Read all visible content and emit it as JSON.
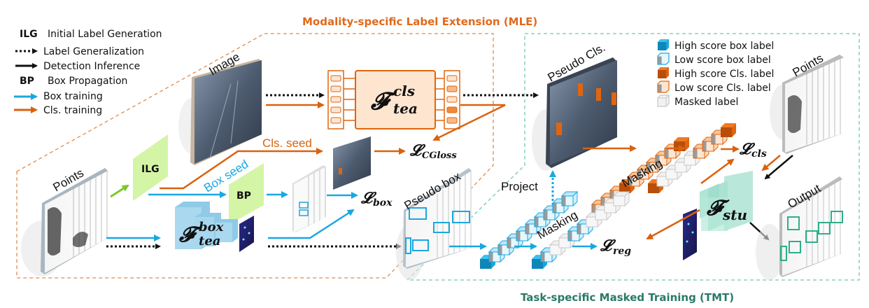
{
  "sections": {
    "mle_title": "Modality-specific Label Extension (MLE)",
    "tmt_title": "Task-specific Masked Training (TMT)"
  },
  "legend_left": [
    {
      "key": "ILG",
      "label": "Initial Label Generation",
      "marker": "text"
    },
    {
      "key": "",
      "label": "Label Generalization",
      "marker": "dotted-arrow",
      "color": "#111111"
    },
    {
      "key": "",
      "label": "Detection Inference",
      "marker": "solid-arrow",
      "color": "#111111"
    },
    {
      "key": "BP",
      "label": "Box Propagation",
      "marker": "text"
    },
    {
      "key": "",
      "label": "Box training",
      "marker": "solid-arrow",
      "color": "#1aa7e0"
    },
    {
      "key": "",
      "label": "Cls. training",
      "marker": "solid-arrow",
      "color": "#d9620f"
    }
  ],
  "legend_right": [
    {
      "label": "High score box label",
      "icon": "cube-high-box",
      "color": "#1aa7e0"
    },
    {
      "label": "Low score box label",
      "icon": "cube-low-box",
      "color": "#bfe8f8"
    },
    {
      "label": "High score Cls. label",
      "icon": "cube-high-cls",
      "color": "#e0650f"
    },
    {
      "label": "Low score Cls. label",
      "icon": "cube-low-cls",
      "color": "#fbd9bd"
    },
    {
      "label": "Masked label",
      "icon": "cube-masked",
      "color": "#e8e8e8"
    }
  ],
  "nodes": {
    "points_in": "Points",
    "image": "Image",
    "ilg": "ILG",
    "bp": "BP",
    "pseudo_cls": "Pseudo Cls.",
    "pseudo_box": "Pseudo box",
    "points_right": "Points",
    "output": "Output"
  },
  "edge_labels": {
    "cls_seed": "Cls. seed",
    "box_seed": "Box seed",
    "project": "Project",
    "masking_top": "Masking",
    "masking_bottom": "Masking"
  },
  "models": {
    "tea_cls": {
      "base": "𝓕",
      "sup": "cls",
      "sub": "tea"
    },
    "tea_box": {
      "base": "𝓕",
      "sup": "box",
      "sub": "tea"
    },
    "stu": {
      "base": "𝓕",
      "sub": "stu"
    }
  },
  "losses": {
    "cg": {
      "base": "𝓛",
      "sub": "CGloss"
    },
    "box": {
      "base": "𝓛",
      "sub": "box"
    },
    "cls": {
      "base": "𝓛",
      "sub": "cls"
    },
    "reg": {
      "base": "𝓛",
      "sub": "reg"
    }
  },
  "colors": {
    "orange": "#d9620f",
    "blue": "#1aa7e0",
    "green_light": "#d4f5a6",
    "teal": "#6fc9b0",
    "mle_border": "#e08a4a",
    "tmt_border": "#6fc9b0"
  }
}
